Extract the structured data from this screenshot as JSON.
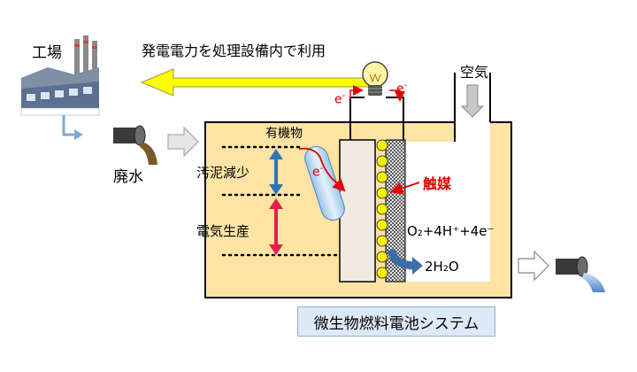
{
  "labels": {
    "factory": "工場",
    "power_use": "発電電力を処理設備内で利用",
    "air": "空気",
    "electron_left": "e",
    "electron_left_sup": "-",
    "electron_right": "e",
    "electron_right_sup": "-",
    "wastewater": "廃水",
    "organic": "有機物",
    "electron_bact": "e",
    "electron_bact_sup": "-",
    "sludge_reduction": "汚泥減少",
    "catalyst": "触媒",
    "power_generation": "電気生産",
    "reaction": "O₂+4H⁺+4e⁻",
    "water": "2H₂O",
    "system_name": "微生物燃料電池システム"
  },
  "colors": {
    "tank_fill": "#fde4a4",
    "arrow_yellow": "#ffff00",
    "catalyst_ball": "#ffee00",
    "catalyst_text": "#e00000",
    "blue_arrow": "#2e75b6",
    "red_arrow": "#e0204e",
    "caption_bg": "#dde9f6",
    "bacteria_fill": "#bcd9f2"
  },
  "icons": [
    "factory-icon",
    "drain-pipe-icon",
    "light-bulb-icon",
    "outlet-pipe-icon",
    "bacterium-icon"
  ]
}
